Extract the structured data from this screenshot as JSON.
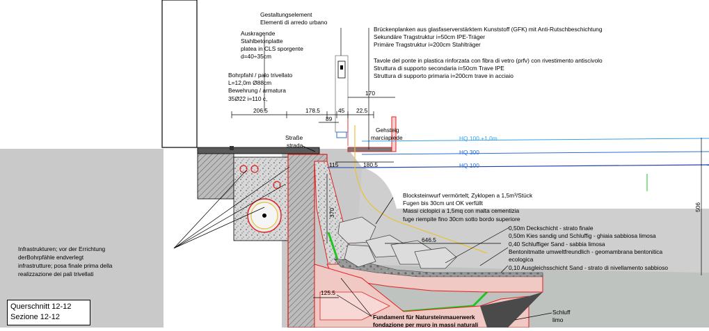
{
  "section_title": {
    "de": "Querschnitt 12-12",
    "it": "Sezione 12-12"
  },
  "labels": {
    "gestaltung": [
      "Gestaltungselement",
      "Elementi di arredo urbano"
    ],
    "kragplatte": [
      "Auskragende",
      "Stahlbetonplatte",
      "platea in CLS sporgente",
      "d=40÷35cm"
    ],
    "bohrpfahl": [
      "Bohrpfahl / palo trivellato",
      "L=12,0m Ø88cm",
      "Bewehrung / armatura",
      "35Ø22 i=110 c,"
    ],
    "bridge": [
      "Brückenplanken aus glasfaserverstärktem Kunststoff (GFK) mit Anti-Rutschbeschichtung",
      "Sekundäre Tragstruktur i=50cm IPE-Träger",
      "Primäre Tragstruktur i=200cm  Stahlträger",
      "",
      "Tavole del ponte in plastica rinforzata con fibra di vetro (prfv) con rivestimento antiscivolo",
      "Struttura di supporto secondaria i=50cm Trave IPE",
      "Struttura di supporto primaria i=200cm trave in acciaio"
    ],
    "strasse": [
      "Straße",
      "strada"
    ],
    "gehsteig": [
      "Gehsteig",
      "marciapiede"
    ],
    "infra": [
      "Infrastrukturen; vor der Errichtung",
      "derBohrpfähle endverlegt",
      "infrastrutture;  posa finale prima della",
      "realizzazione dei pali trivellati"
    ],
    "blockstein": [
      "Blocksteinwurf vermörtelt; Zyklopen a 1,5m³/Stück",
      "Fugen bis 30cm unt OK verfüllt",
      "Massi ciclopici a 1,5mq con malta cementizia",
      "fuge riempite fino 30cm sotto bordo superiore"
    ],
    "layers": [
      "0,50m Deckschicht - strato finale",
      "0,50m Kies sandig und Schluffig - ghiaia sabbiosa limosa",
      "0,40 Schluffiger Sand - sabbia limosa",
      "Bentonitmatte umweltfreundlich - geomambrana bentonitica",
      "ecologica",
      "0,10 Ausgleichsschicht Sand  - strato di nivellamento  sabbioso"
    ],
    "fundament": [
      "Fundament für Natursteinmauerwerk",
      "fondazione per muro in massi naturali"
    ],
    "schluff": [
      "Schluff",
      "limo"
    ]
  },
  "water_levels": {
    "hq100_plus": "HQ 100 +1,0m",
    "hq300": "HQ 300",
    "hq100": "HQ 100"
  },
  "dimensions": {
    "d206": "206.5",
    "d178": "178.5",
    "d45": "45",
    "d22": "22.5",
    "d89": "89",
    "d170": "170",
    "d115": "115",
    "d180": "180.5",
    "d370": "370",
    "d646": "646.5",
    "d506": "506",
    "d125": "125.5"
  },
  "colors": {
    "terrain": "#c8c8c8",
    "wall": "#8a8a8a",
    "concrete": "#bdbdbd",
    "red": "#e02020",
    "green": "#22c422",
    "hq_blue": "#2a6fd6",
    "hq_light": "#3aa0e6",
    "yellow": "#e8c23a",
    "layer_pink": "#f0c8c4",
    "dark_layer": "#4a4a4a"
  }
}
